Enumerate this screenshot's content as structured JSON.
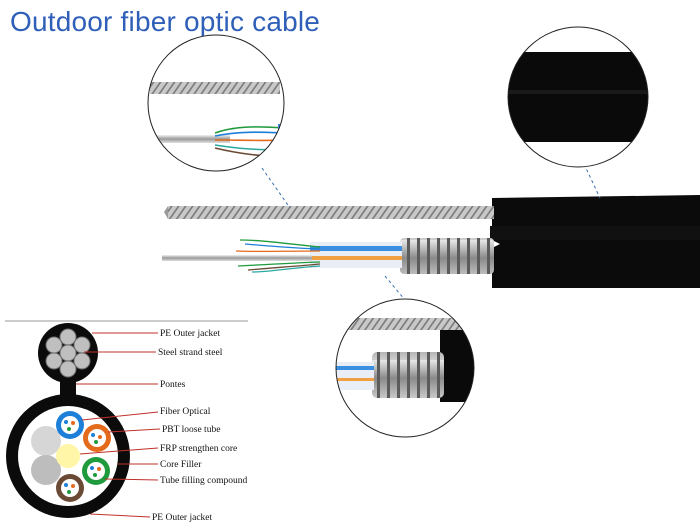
{
  "title": "Outdoor fiber optic cable",
  "labels": {
    "pe_outer_jacket_top": "PE Outer jacket",
    "steel_strand": "Steel  strand steel",
    "pontes": "Pontes",
    "fiber_optical": "Fiber Optical",
    "pbt_loose_tube": "PBT loose tube",
    "frp_core": "FRP strengthen core",
    "core_filler": "Core Filler",
    "tube_filling": "Tube filling compound",
    "pe_outer_jacket_bottom": "PE Outer jacket"
  },
  "colors": {
    "title": "#2f5fb8",
    "jacket": "#0b0b0b",
    "leader": "#c0302a",
    "callout_line": "#3a6fb0",
    "tube_blue": "#1e7fd8",
    "tube_orange": "#e46a1c",
    "tube_green": "#1f9a3c",
    "tube_brown": "#6b4a35",
    "filler": "#c9c9c9",
    "core_yellow": "#fff6a8"
  }
}
